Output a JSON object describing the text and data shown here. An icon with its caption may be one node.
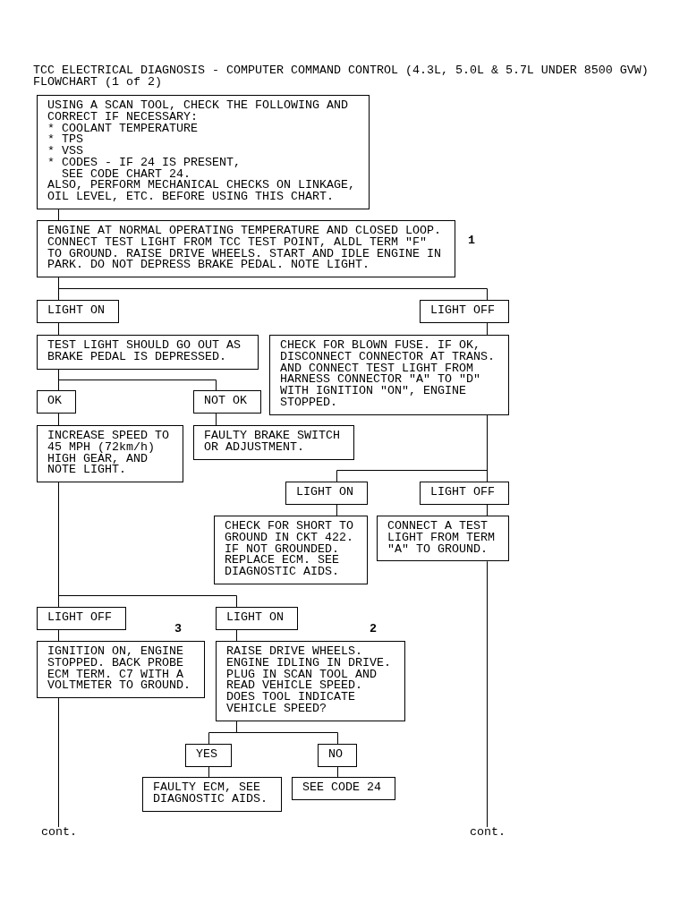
{
  "diagram": {
    "title": "TCC ELECTRICAL DIAGNOSIS - COMPUTER COMMAND CONTROL (4.3L, 5.0L & 5.7L UNDER 8500 GVW) FLOWCHART (1 of 2)",
    "nodes": [
      {
        "text": [
          "USING A SCAN TOOL, CHECK THE FOLLOWING AND CORRECT IF NECESSARY:",
          "* COOLANT TEMPERATURE",
          "* TPS",
          "* VSS",
          "* CODES - IF 24 IS PRESENT, SEE CODE CHART 24.",
          "ALSO, PERFORM MECHANICAL CHECKS ON LINKAGE, OIL LEVEL, ETC. BEFORE USING THIS CHART."
        ]
      },
      {
        "text": [
          "ENGINE AT NORMAL OPERATING TEMPERATURE AND CLOSED LOOP. CONNECT TEST LIGHT FROM TCC TEST POINT, ALDL TERM \"F\" TO GROUND. RAISE DRIVE WHEELS. START AND IDLE ENGINE IN PARK. DO NOT DEPRESS BRAKE PEDAL. NOTE LIGHT."
        ],
        "beside": [
          "1"
        ]
      },
      {
        "text": [
          "LIGHT ON"
        ]
      },
      {
        "text": [
          "LIGHT OFF"
        ]
      },
      {
        "text": [
          "TEST LIGHT SHOULD GO OUT AS BRAKE PEDAL IS DEPRESSED."
        ]
      },
      {
        "text": [
          "OK"
        ]
      },
      {
        "text": [
          "NOT OK"
        ]
      },
      {
        "text": [
          "CHECK FOR BLOWN FUSE. IF OK, DISCONNECT CONNECTOR AT TRANS. AND CONNECT TEST LIGHT FROM HARNESS CONNECTOR \"A\" TO \"D\" WITH IGNITION \"ON\", ENGINE STOPPED."
        ]
      },
      {
        "text": [
          "INCREASE SPEED TO 45 MPH (72km/h) HIGH GEAR, AND NOTE LIGHT."
        ]
      },
      {
        "text": [
          "FAULTY BRAKE SWITCH OR ADJUSTMENT."
        ]
      },
      {
        "text": [
          "LIGHT ON"
        ]
      },
      {
        "text": [
          "LIGHT OFF"
        ]
      },
      {
        "text": [
          "CHECK FOR SHORT TO GROUND IN CKT 422. IF NOT GROUNDED. REPLACE ECM. SEE DIAGNOSTIC AIDS."
        ]
      },
      {
        "text": [
          "CONNECT A TEST LIGHT FROM TERM \"A\" TO GROUND."
        ]
      },
      {
        "text": [
          "LIGHT OFF"
        ]
      },
      {
        "text": [
          "LIGHT ON"
        ]
      },
      {
        "text": [
          "IGNITION ON, ENGINE STOPPED. BACK PROBE ECM TERM. C7 WITH A VOLTMETER TO GROUND."
        ],
        "beside": [
          "3"
        ]
      },
      {
        "text": [
          "RAISE DRIVE WHEELS. ENGINE IDLING IN DRIVE. PLUG IN SCAN TOOL AND READ VEHICLE SPEED. DOES TOOL INDICATE VEHICLE SPEED?"
        ],
        "beside": [
          "2"
        ]
      },
      {
        "text": [
          "YES"
        ]
      },
      {
        "text": [
          "NO"
        ]
      },
      {
        "text": [
          "FAULTY ECM, SEE DIAGNOSTIC AIDS."
        ]
      },
      {
        "text": [
          "SEE CODE 24"
        ]
      },
      {
        "text": [
          "cont."
        ]
      },
      {
        "text": [
          "cont."
        ]
      }
    ],
    "edges": [
      {
        "from": 0,
        "to": 1,
        "arrow": "none"
      },
      {
        "from": 1,
        "to": 2,
        "arrow": "none"
      },
      {
        "from": 1,
        "to": 3,
        "arrow": "none"
      },
      {
        "from": 2,
        "to": 4,
        "arrow": "none"
      },
      {
        "from": 3,
        "to": 7,
        "arrow": "none"
      },
      {
        "from": 4,
        "to": 5,
        "arrow": "none"
      },
      {
        "from": 4,
        "to": 6,
        "arrow": "none"
      },
      {
        "from": 5,
        "to": 8,
        "arrow": "none"
      },
      {
        "from": 6,
        "to": 9,
        "arrow": "none"
      },
      {
        "from": 7,
        "to": 10,
        "arrow": "none"
      },
      {
        "from": 7,
        "to": 11,
        "arrow": "none"
      },
      {
        "from": 10,
        "to": 12,
        "arrow": "none"
      },
      {
        "from": 11,
        "to": 13,
        "arrow": "none"
      },
      {
        "from": 13,
        "to": 23,
        "arrow": "none"
      },
      {
        "from": 8,
        "to": 14,
        "arrow": "none"
      },
      {
        "from": 8,
        "to": 15,
        "arrow": "none"
      },
      {
        "from": 14,
        "to": 16,
        "arrow": "none"
      },
      {
        "from": 15,
        "to": 17,
        "arrow": "none"
      },
      {
        "from": 16,
        "to": 22,
        "arrow": "none"
      },
      {
        "from": 17,
        "to": 18,
        "arrow": "none"
      },
      {
        "from": 17,
        "to": 19,
        "arrow": "none"
      },
      {
        "from": 18,
        "to": 20,
        "arrow": "none"
      },
      {
        "from": 19,
        "to": 21,
        "arrow": "none"
      }
    ]
  }
}
